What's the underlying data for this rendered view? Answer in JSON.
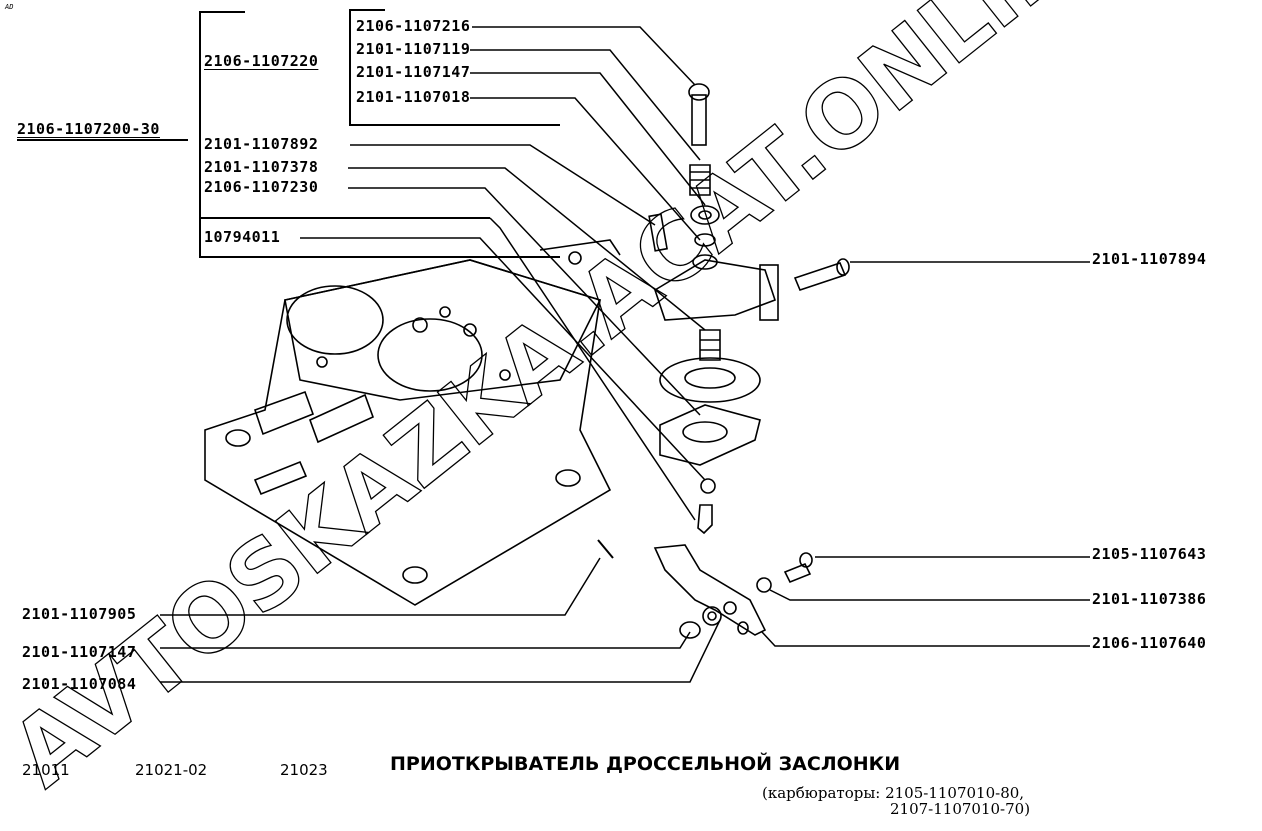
{
  "corner_mark": "AD",
  "watermark": "AVTOSKAZKA.ACAT.ONLINE",
  "assembly": {
    "main": "2106-1107200-30",
    "sub": "2106-1107220"
  },
  "labels": [
    "2106-1107216",
    "2101-1107119",
    "2101-1107147",
    "2101-1107018",
    "2101-1107892",
    "2101-1107378",
    "2106-1107230",
    "10794011",
    "2101-1107894",
    "2105-1107643",
    "2101-1107386",
    "2106-1107640",
    "2101-1107905",
    "2101-1107147",
    "2101-1107084"
  ],
  "footer": {
    "models": [
      "21011",
      "21021-02",
      "21023"
    ],
    "title": "ПРИОТКРЫВАТЕЛЬ ДРОССЕЛЬНОЙ ЗАСЛОНКИ",
    "subtitle_1": "(карбюраторы: 2105-1107010-80,",
    "subtitle_2": "2107-1107010-70)"
  }
}
